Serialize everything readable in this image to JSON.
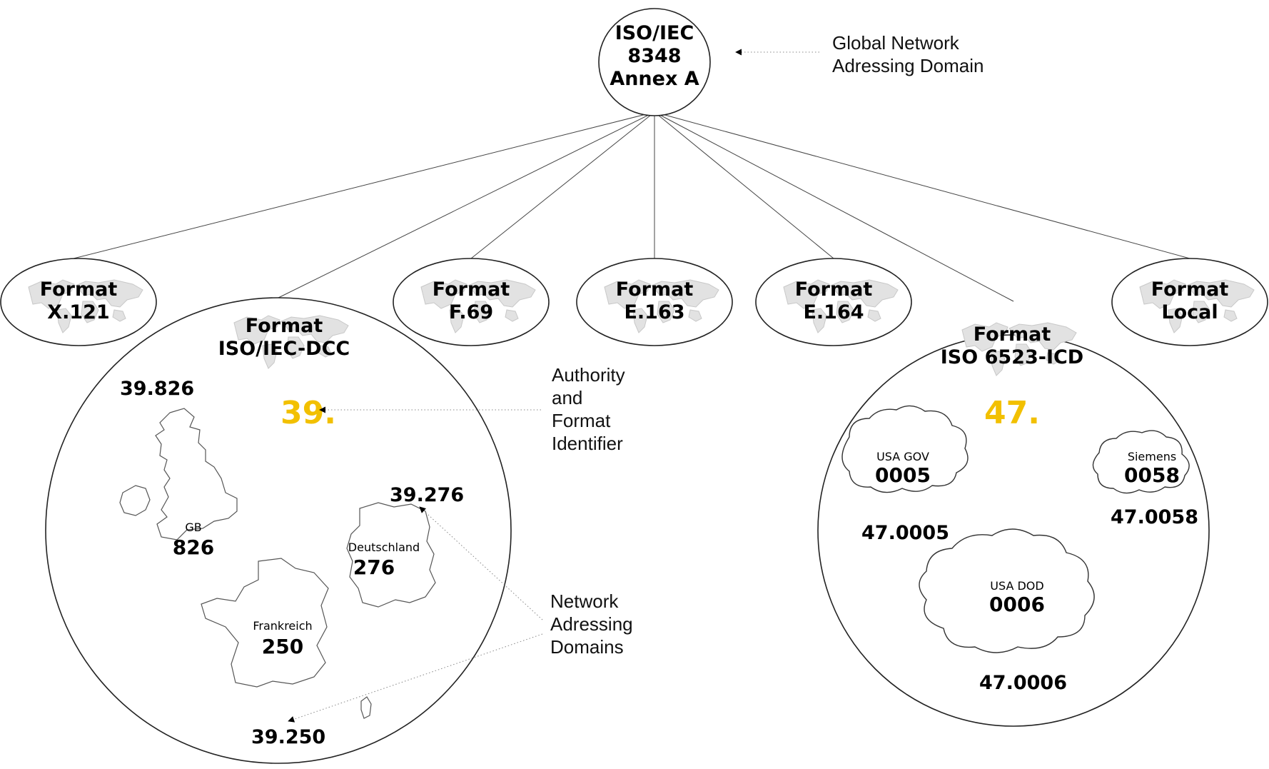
{
  "root": {
    "line1": "ISO/IEC",
    "line2": "8348",
    "line3": "Annex A"
  },
  "annotations": {
    "global": {
      "line1": "Global Network",
      "line2": "Adressing Domain"
    },
    "authority": {
      "line1": "Authority",
      "line2": "and",
      "line3": "Format",
      "line4": "Identifier"
    },
    "network": {
      "line1": "Network",
      "line2": "Adressing",
      "line3": "Domains"
    }
  },
  "formats": [
    {
      "line1": "Format",
      "line2": "X.121"
    },
    {
      "line1": "Format",
      "line2": "ISO/IEC-DCC"
    },
    {
      "line1": "Format",
      "line2": "F.69"
    },
    {
      "line1": "Format",
      "line2": "E.163"
    },
    {
      "line1": "Format",
      "line2": "E.164"
    },
    {
      "line1": "Format",
      "line2": "ISO 6523-ICD"
    },
    {
      "line1": "Format",
      "line2": "Local"
    }
  ],
  "dcc": {
    "afi": "39.",
    "gb": {
      "name": "GB",
      "code": "826",
      "address": "39.826"
    },
    "de": {
      "name": "Deutschland",
      "code": "276",
      "address": "39.276"
    },
    "fr": {
      "name": "Frankreich",
      "code": "250",
      "address": "39.250"
    }
  },
  "icd": {
    "afi": "47.",
    "usagov": {
      "name": "USA GOV",
      "code": "0005",
      "address": "47.0005"
    },
    "siemens": {
      "name": "Siemens",
      "code": "0058",
      "address": "47.0058"
    },
    "usadod": {
      "name": "USA DOD",
      "code": "0006",
      "address": "47.0006"
    }
  },
  "icons": [
    "world-map-icon",
    "arrowhead-icon",
    "cloud-shape"
  ]
}
